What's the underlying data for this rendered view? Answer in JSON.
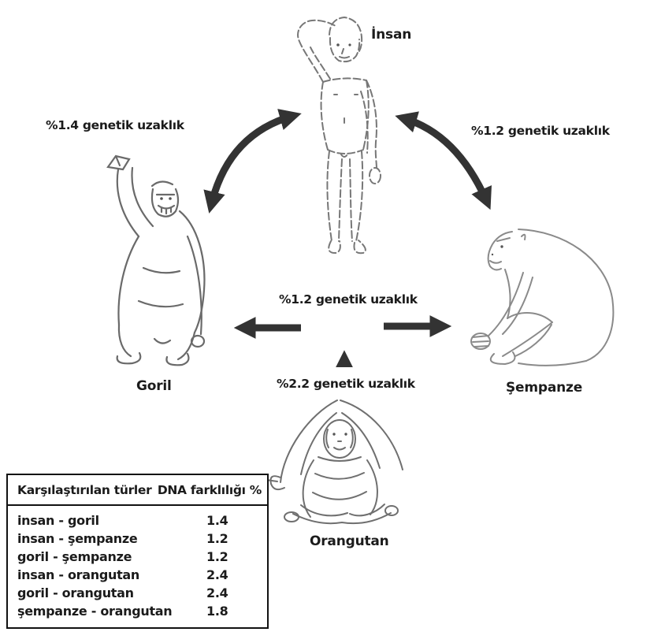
{
  "colors": {
    "background": "#ffffff",
    "text": "#1b1b1b",
    "arrow": "#333333",
    "sketch": "#777777",
    "table_border": "#111111"
  },
  "nodes": {
    "insan": "İnsan",
    "goril": "Goril",
    "sempanze": "Şempanze",
    "orangutan": "Orangutan"
  },
  "edges": {
    "insan_goril": "%1.4 genetik uzaklık",
    "insan_sempanze": "%1.2 genetik uzaklık",
    "goril_sempanze": "%1.2 genetik uzaklık",
    "orangutan_merkez": "%2.2 genetik uzaklık"
  },
  "table": {
    "headers": {
      "species": "Karşılaştırılan türler",
      "dna": "DNA farklılığı %"
    },
    "rows": [
      {
        "pair": "insan - goril",
        "value": "1.4"
      },
      {
        "pair": "insan - şempanze",
        "value": "1.2"
      },
      {
        "pair": "goril - şempanze",
        "value": "1.2"
      },
      {
        "pair": "insan - orangutan",
        "value": "2.4"
      },
      {
        "pair": "goril - orangutan",
        "value": "2.4"
      },
      {
        "pair": "şempanze - orangutan",
        "value": "1.8"
      }
    ]
  },
  "chart_data": {
    "type": "table",
    "columns": [
      "Karşılaştırılan türler",
      "DNA farklılığı %"
    ],
    "rows": [
      [
        "insan - goril",
        1.4
      ],
      [
        "insan - şempanze",
        1.2
      ],
      [
        "goril - şempanze",
        1.2
      ],
      [
        "insan - orangutan",
        2.4
      ],
      [
        "goril - orangutan",
        2.4
      ],
      [
        "şempanze - orangutan",
        1.8
      ]
    ]
  }
}
